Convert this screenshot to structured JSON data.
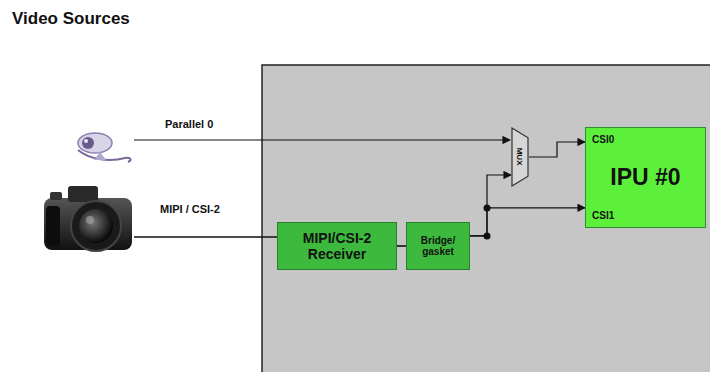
{
  "diagram": {
    "title": "Video Sources",
    "nodes": [
      {
        "text": [
          "MIPI/CSI-2 Receiver"
        ]
      },
      {
        "text": [
          "Bridge/ gasket"
        ]
      },
      {
        "text": [
          "MUX"
        ]
      },
      {
        "text": [
          "CSI0",
          "IPU #0",
          "CSI1"
        ]
      }
    ],
    "edges": [
      {
        "from": 0,
        "to": 1,
        "arrow": "none"
      },
      {
        "from": 1,
        "to": 2,
        "arrow": "to"
      },
      {
        "from": 1,
        "to": 3,
        "arrow": "to"
      },
      {
        "from": 2,
        "to": 3,
        "arrow": "to"
      }
    ],
    "labels": [
      "Parallel 0",
      "MIPI / CSI-2"
    ]
  }
}
